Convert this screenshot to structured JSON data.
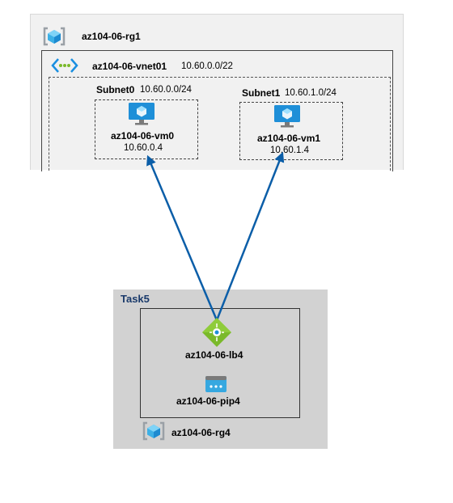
{
  "rg1": {
    "name": "az104-06-rg1",
    "icon": "resource-group-icon"
  },
  "vnet": {
    "name": "az104-06-vnet01",
    "cidr": "10.60.0.0/22",
    "icon": "vnet-icon"
  },
  "subnets": [
    {
      "name": "Subnet0",
      "cidr": "10.60.0.0/24",
      "vm": "az104-06-vm0",
      "ip": "10.60.0.4"
    },
    {
      "name": "Subnet1",
      "cidr": "10.60.1.0/24",
      "vm": "az104-06-vm1",
      "ip": "10.60.1.4"
    }
  ],
  "task5": {
    "title": "Task5",
    "lb": "az104-06-lb4",
    "pip": "az104-06-pip4",
    "rg": "az104-06-rg4"
  },
  "colors": {
    "link": "#0b5ea8",
    "vm": "#1e8fd8",
    "lb": "#7ab92a",
    "pip": "#36a8e0",
    "rg": "#59b4d9"
  }
}
